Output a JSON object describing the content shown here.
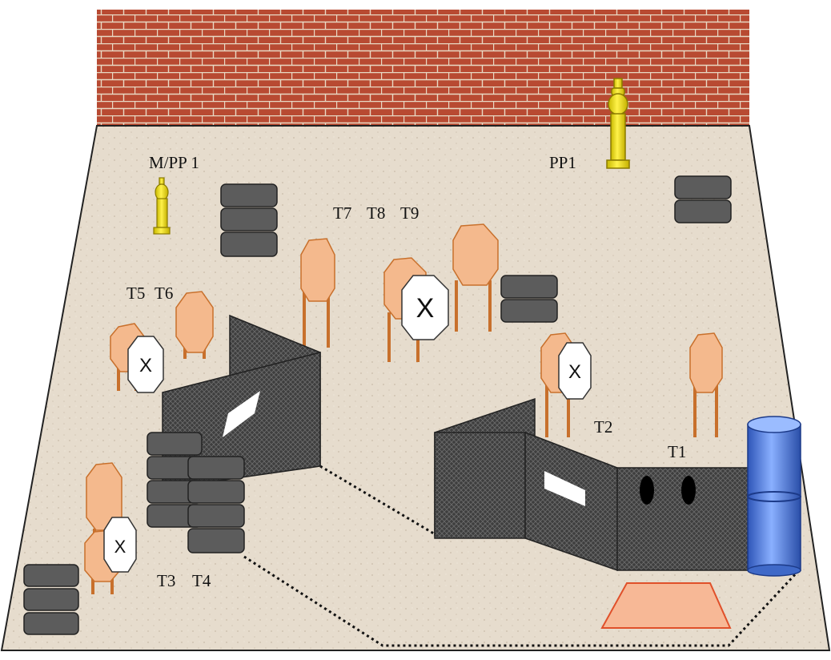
{
  "labels": {
    "mpp1": "M/PP 1",
    "pp1": "PP1",
    "t7": "T7",
    "t8": "T8",
    "t9": "T9",
    "t5": "T5",
    "t6": "T6",
    "t2": "T2",
    "t1": "T1",
    "t3": "T3",
    "t4": "T4"
  },
  "no_shoot_mark": "X",
  "colors": {
    "brick": "#b84a32",
    "mortar": "#e8d9c4",
    "floor": "#e6dccd",
    "target": "#f4b98d",
    "target_stand": "#c8702c",
    "no_shoot": "#ffffff",
    "wall_panel": "#3e3e3e",
    "tire": "#5c5c5c",
    "barrel": "#4a7ad8",
    "shooting_box": "#f7b896",
    "shooting_box_border": "#e0502a",
    "popper": "#f2e000",
    "fault_line": "#111111"
  },
  "icons": {
    "popper": "steel-popper-icon",
    "target": "cardboard-target-icon",
    "no_shoot": "no-shoot-target-icon",
    "tires": "tire-stack-icon",
    "barrel": "barrel-icon"
  }
}
